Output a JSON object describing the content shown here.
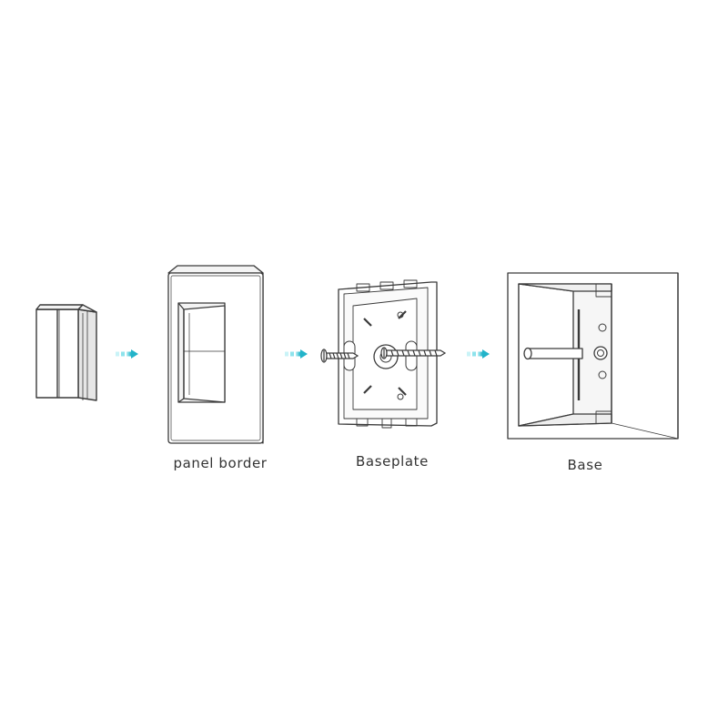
{
  "captions": {
    "panel_border": "panel border",
    "baseplate": "Baseplate",
    "base": "Base"
  },
  "colors": {
    "line": "#3a3a3a",
    "fill_light": "#ffffff",
    "fill_shade": "#ededed",
    "arrow_light": "#a8ecf2",
    "arrow_dark": "#2ab6cc"
  },
  "icons": [
    "arrow-right-icon",
    "screw-icon"
  ]
}
